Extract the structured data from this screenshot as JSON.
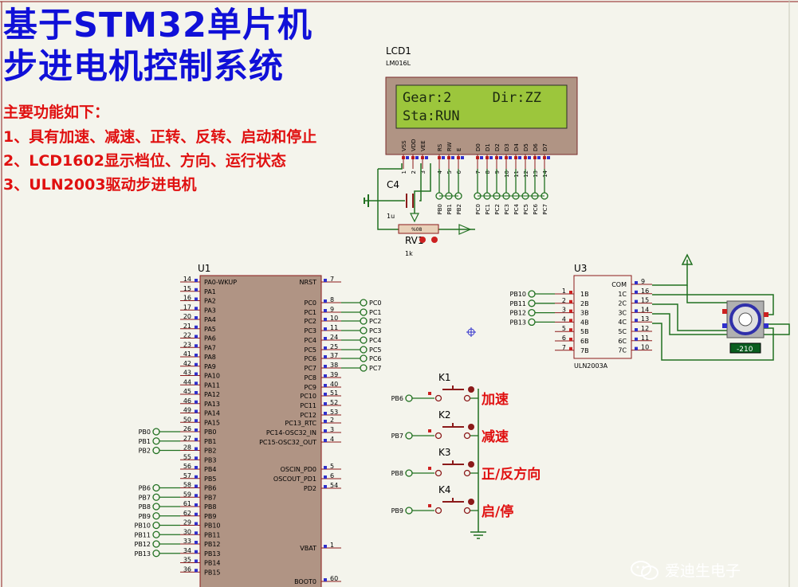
{
  "title": {
    "line1": "基于STM32单片机",
    "line2": "步进电机控制系统"
  },
  "features": {
    "heading": "主要功能如下：",
    "items": [
      "1、具有加速、减速、正转、反转、启动和停止",
      "2、LCD1602显示档位、方向、运行状态",
      "3、ULN2003驱动步进电机"
    ]
  },
  "lcd": {
    "ref": "LCD1",
    "model": "LM016L",
    "line1": "Gear:2     Dir:ZZ",
    "line2": "Sta:RUN",
    "pins": [
      "VSS",
      "VDD",
      "VEE",
      "RS",
      "RW",
      "E",
      "D0",
      "D1",
      "D2",
      "D3",
      "D4",
      "D5",
      "D6",
      "D7"
    ],
    "pin_numbers": [
      "1",
      "2",
      "3",
      "4",
      "5",
      "6",
      "7",
      "8",
      "9",
      "10",
      "11",
      "12",
      "13",
      "14"
    ],
    "ctrl_nets": [
      "PB0",
      "PB1",
      "PB2"
    ],
    "data_nets": [
      "PC0",
      "PC1",
      "PC2",
      "PC3",
      "PC4",
      "PC5",
      "PC6",
      "PC7"
    ]
  },
  "cap": {
    "ref": "C4",
    "value": "1u"
  },
  "pot": {
    "ref": "RV1",
    "value": "1k",
    "percent": "%08"
  },
  "mcu": {
    "ref": "U1",
    "left_pins": [
      {
        "num": "14",
        "name": "PA0-WKUP"
      },
      {
        "num": "15",
        "name": "PA1"
      },
      {
        "num": "16",
        "name": "PA2"
      },
      {
        "num": "17",
        "name": "PA3"
      },
      {
        "num": "20",
        "name": "PA4"
      },
      {
        "num": "21",
        "name": "PA5"
      },
      {
        "num": "22",
        "name": "PA6"
      },
      {
        "num": "23",
        "name": "PA7"
      },
      {
        "num": "41",
        "name": "PA8"
      },
      {
        "num": "42",
        "name": "PA9"
      },
      {
        "num": "43",
        "name": "PA10"
      },
      {
        "num": "44",
        "name": "PA11"
      },
      {
        "num": "45",
        "name": "PA12"
      },
      {
        "num": "46",
        "name": "PA13"
      },
      {
        "num": "49",
        "name": "PA14"
      },
      {
        "num": "50",
        "name": "PA15"
      },
      {
        "num": "26",
        "name": "PB0"
      },
      {
        "num": "27",
        "name": "PB1"
      },
      {
        "num": "28",
        "name": "PB2"
      },
      {
        "num": "55",
        "name": "PB3"
      },
      {
        "num": "56",
        "name": "PB4"
      },
      {
        "num": "57",
        "name": "PB5"
      },
      {
        "num": "58",
        "name": "PB6"
      },
      {
        "num": "59",
        "name": "PB7"
      },
      {
        "num": "61",
        "name": "PB8"
      },
      {
        "num": "62",
        "name": "PB9"
      },
      {
        "num": "29",
        "name": "PB10"
      },
      {
        "num": "30",
        "name": "PB11"
      },
      {
        "num": "33",
        "name": "PB12"
      },
      {
        "num": "34",
        "name": "PB13"
      },
      {
        "num": "35",
        "name": "PB14"
      },
      {
        "num": "36",
        "name": "PB15"
      }
    ],
    "left_nets": {
      "PB0": "PB0",
      "PB1": "PB1",
      "PB2": "PB2",
      "PB6": "PB6",
      "PB7": "PB7",
      "PB8": "PB8",
      "PB9": "PB9",
      "PB10": "PB10",
      "PB11": "PB11",
      "PB12": "PB12",
      "PB13": "PB13"
    },
    "right_pins": [
      {
        "num": "7",
        "name": "NRST",
        "net": ""
      },
      {
        "num": "8",
        "name": "PC0",
        "net": "PC0"
      },
      {
        "num": "9",
        "name": "PC1",
        "net": "PC1"
      },
      {
        "num": "10",
        "name": "PC2",
        "net": "PC2"
      },
      {
        "num": "11",
        "name": "PC3",
        "net": "PC3"
      },
      {
        "num": "24",
        "name": "PC4",
        "net": "PC4"
      },
      {
        "num": "25",
        "name": "PC5",
        "net": "PC5"
      },
      {
        "num": "37",
        "name": "PC6",
        "net": "PC6"
      },
      {
        "num": "38",
        "name": "PC7",
        "net": "PC7"
      },
      {
        "num": "39",
        "name": "PC8",
        "net": ""
      },
      {
        "num": "40",
        "name": "PC9",
        "net": ""
      },
      {
        "num": "51",
        "name": "PC10",
        "net": ""
      },
      {
        "num": "52",
        "name": "PC11",
        "net": ""
      },
      {
        "num": "53",
        "name": "PC12",
        "net": ""
      },
      {
        "num": "2",
        "name": "PC13_RTC",
        "net": ""
      },
      {
        "num": "3",
        "name": "PC14-OSC32_IN",
        "net": ""
      },
      {
        "num": "4",
        "name": "PC15-OSC32_OUT",
        "net": ""
      },
      {
        "num": "5",
        "name": "OSCIN_PD0",
        "net": ""
      },
      {
        "num": "6",
        "name": "OSCOUT_PD1",
        "net": ""
      },
      {
        "num": "54",
        "name": "PD2",
        "net": ""
      },
      {
        "num": "1",
        "name": "VBAT",
        "net": ""
      },
      {
        "num": "60",
        "name": "BOOT0",
        "net": ""
      }
    ]
  },
  "buttons": [
    {
      "ref": "K1",
      "net": "PB6",
      "label": "加速"
    },
    {
      "ref": "K2",
      "net": "PB7",
      "label": "减速"
    },
    {
      "ref": "K3",
      "net": "PB8",
      "label": "正/反方向"
    },
    {
      "ref": "K4",
      "net": "PB9",
      "label": "启/停"
    }
  ],
  "driver": {
    "ref": "U3",
    "model": "ULN2003A",
    "left_pins": [
      {
        "num": "1",
        "name": "1B",
        "net": "PB10"
      },
      {
        "num": "2",
        "name": "2B",
        "net": "PB11"
      },
      {
        "num": "3",
        "name": "3B",
        "net": "PB12"
      },
      {
        "num": "4",
        "name": "4B",
        "net": "PB13"
      },
      {
        "num": "5",
        "name": "5B",
        "net": ""
      },
      {
        "num": "6",
        "name": "6B",
        "net": ""
      },
      {
        "num": "7",
        "name": "7B",
        "net": ""
      }
    ],
    "right_pins": [
      {
        "num": "9",
        "name": "COM"
      },
      {
        "num": "16",
        "name": "1C"
      },
      {
        "num": "15",
        "name": "2C"
      },
      {
        "num": "14",
        "name": "3C"
      },
      {
        "num": "13",
        "name": "4C"
      },
      {
        "num": "12",
        "name": "5C"
      },
      {
        "num": "11",
        "name": "6C"
      },
      {
        "num": "10",
        "name": "7C"
      }
    ]
  },
  "motor": {
    "readout": "-210"
  },
  "watermark": "爱迪生电子",
  "colors": {
    "wire": "#207020",
    "part": "#8b1a1a",
    "pin_red": "#cc2020",
    "pin_blue": "#3030cc",
    "title": "#1010d8",
    "feature": "#e01010",
    "lcd_bg": "#9cc63c"
  }
}
